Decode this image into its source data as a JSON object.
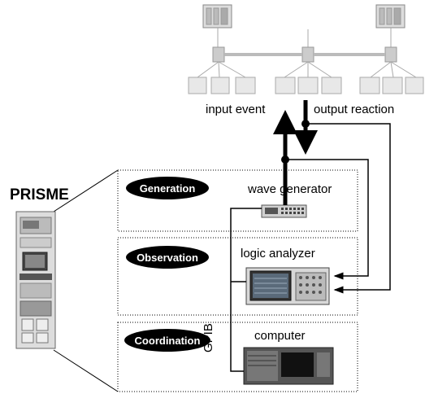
{
  "system": {
    "title": "PRISME"
  },
  "top": {
    "input_label": "input event",
    "output_label": "output reaction"
  },
  "sections": [
    {
      "badge": "Generation",
      "device": "wave generator"
    },
    {
      "badge": "Observation",
      "device": "logic analyzer"
    },
    {
      "badge": "Coordination",
      "device": "computer"
    }
  ],
  "bus": {
    "label": "GPIB"
  }
}
